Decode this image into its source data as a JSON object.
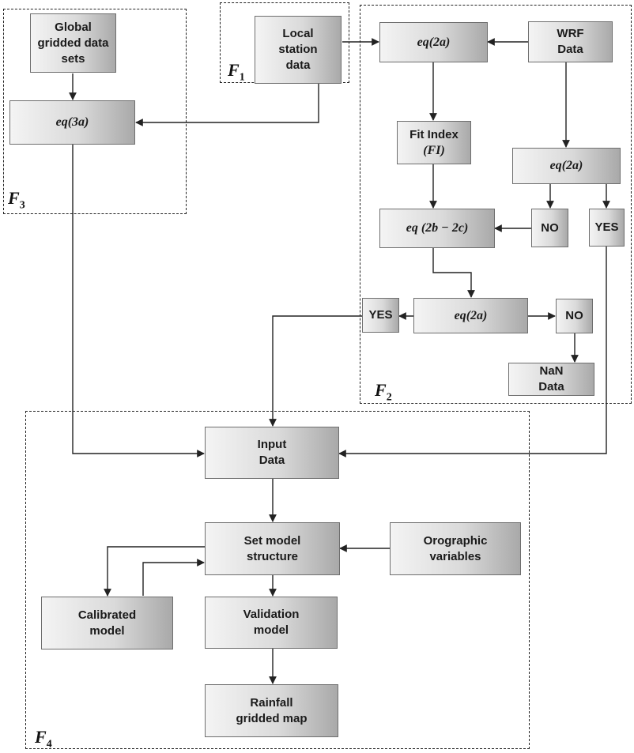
{
  "frames": {
    "f1": {
      "letter": "F",
      "index": "1"
    },
    "f2": {
      "letter": "F",
      "index": "2"
    },
    "f3": {
      "letter": "F",
      "index": "3"
    },
    "f4": {
      "letter": "F",
      "index": "4"
    }
  },
  "nodes": {
    "global_gridded": [
      "Global",
      "gridded data",
      "sets"
    ],
    "eq3a": "eq(3a)",
    "local_station": [
      "Local",
      "station",
      "data"
    ],
    "eq2a_top": "eq(2a)",
    "wrf_data": [
      "WRF",
      "Data"
    ],
    "fit_index": [
      "Fit Index",
      "(FI)"
    ],
    "eq2a_right": "eq(2a)",
    "no_right": "NO",
    "yes_right": "YES",
    "eq2b2c": "eq (2b − 2c)",
    "yes_left": "YES",
    "eq2a_mid": "eq(2a)",
    "no_mid": "NO",
    "nan_data": [
      "NaN",
      "Data"
    ],
    "input_data": [
      "Input",
      "Data"
    ],
    "set_model": [
      "Set model",
      "structure"
    ],
    "orographic": [
      "Orographic",
      "variables"
    ],
    "calibrated": [
      "Calibrated",
      "model"
    ],
    "validation": [
      "Validation",
      "model"
    ],
    "rainfall_map": [
      "Rainfall",
      "gridded map"
    ]
  }
}
